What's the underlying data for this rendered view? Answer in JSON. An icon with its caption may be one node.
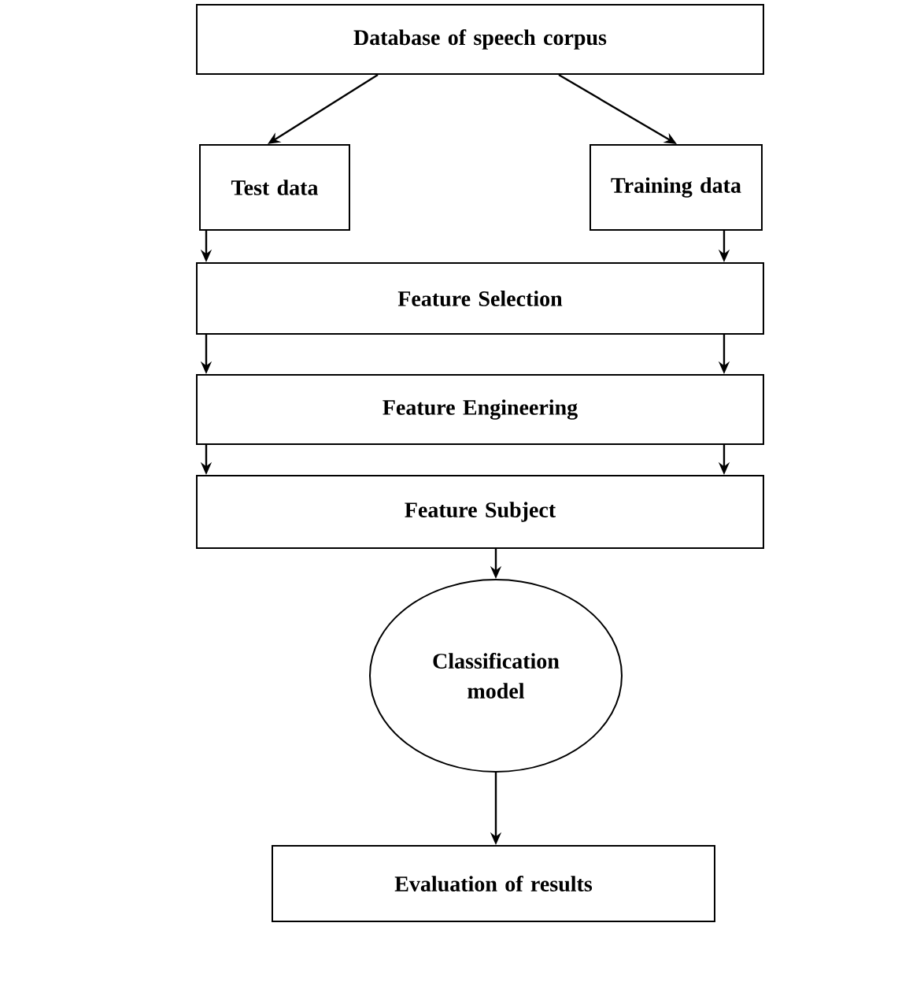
{
  "diagram": {
    "nodes": [
      {
        "text": [
          "Database of speech corpus"
        ]
      },
      {
        "text": [
          "Test data"
        ]
      },
      {
        "text": [
          "Training data"
        ]
      },
      {
        "text": [
          "Feature Selection"
        ]
      },
      {
        "text": [
          "Feature Engineering"
        ]
      },
      {
        "text": [
          "Feature Subject"
        ]
      },
      {
        "text": [
          "Classification model"
        ]
      },
      {
        "text": [
          "Evaluation of results"
        ]
      }
    ],
    "edges": [
      {
        "from": 0,
        "to": 1,
        "arrow": "to"
      },
      {
        "from": 0,
        "to": 2,
        "arrow": "to"
      },
      {
        "from": 1,
        "to": 3,
        "arrow": "to"
      },
      {
        "from": 2,
        "to": 3,
        "arrow": "to"
      },
      {
        "from": 3,
        "to": 4,
        "arrow": "to"
      },
      {
        "from": 3,
        "to": 4,
        "arrow": "to"
      },
      {
        "from": 4,
        "to": 5,
        "arrow": "to"
      },
      {
        "from": 4,
        "to": 5,
        "arrow": "to"
      },
      {
        "from": 5,
        "to": 6,
        "arrow": "to"
      },
      {
        "from": 6,
        "to": 7,
        "arrow": "to"
      }
    ]
  }
}
